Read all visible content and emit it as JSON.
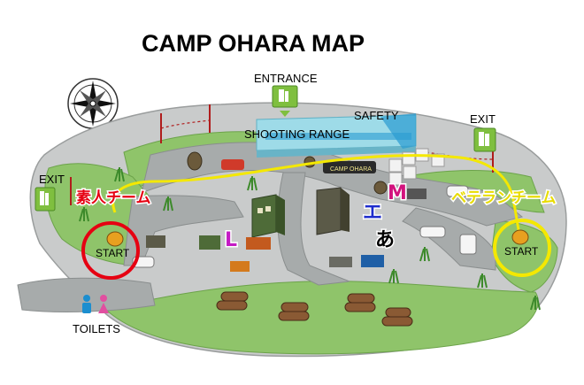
{
  "title": "CAMP OHARA MAP",
  "labels": {
    "entrance": "ENTRANCE",
    "safety": "SAFETY",
    "shooting_range": "SHOOTING RANGE",
    "exit_left": "EXIT",
    "exit_right": "EXIT",
    "toilets": "TOILETS",
    "start_left": "START",
    "start_right": "START",
    "camp_sign": "CAMP OHARA"
  },
  "teams": {
    "beginner": "素人チーム",
    "veteran": "ベテランチーム"
  },
  "markers": {
    "L": "L",
    "M": "M",
    "E": "エ",
    "A": "あ"
  },
  "colors": {
    "route": "#f4e800",
    "beginner_circle": "#e60012",
    "veteran_circle": "#f4e800",
    "beginner_text": "#e60012",
    "veteran_text": "#e8dc00",
    "marker_L": "#c41bc4",
    "marker_M": "#d2127d",
    "marker_E": "#1d2ccc",
    "marker_A": "#000000",
    "grass": "#8fc46a",
    "road": "#a7abab",
    "exit_sign": "#7fbf3f",
    "toilet_male": "#1c8ecf",
    "toilet_female": "#e14fa0"
  },
  "icons": [
    "compass-icon",
    "exit-sign-icon",
    "entrance-sign-icon",
    "toilet-male-icon",
    "toilet-female-icon",
    "tank-icon",
    "truck-icon",
    "log-pile-icon",
    "grass-icon"
  ]
}
